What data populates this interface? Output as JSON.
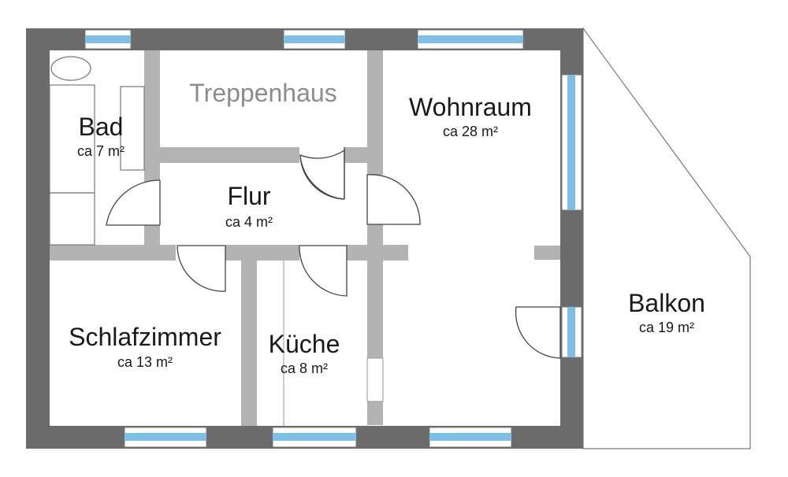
{
  "rooms": {
    "bad": {
      "name": "Bad",
      "area": "ca 7 m²"
    },
    "treppenhaus": {
      "name": "Treppenhaus"
    },
    "wohnraum": {
      "name": "Wohnraum",
      "area": "ca 28 m²"
    },
    "flur": {
      "name": "Flur",
      "area": "ca 4 m²"
    },
    "schlafzimmer": {
      "name": "Schlafzimmer",
      "area": "ca 13 m²"
    },
    "kueche": {
      "name": "Küche",
      "area": "ca 8 m²"
    },
    "balkon": {
      "name": "Balkon",
      "area": "ca 19 m²"
    }
  },
  "colors": {
    "outer_wall": "#6b6b6b",
    "inner_wall": "#b3b3b3",
    "window_glass": "#7fbfe6",
    "outline": "#555555",
    "muted_text": "#8c8c8c"
  }
}
